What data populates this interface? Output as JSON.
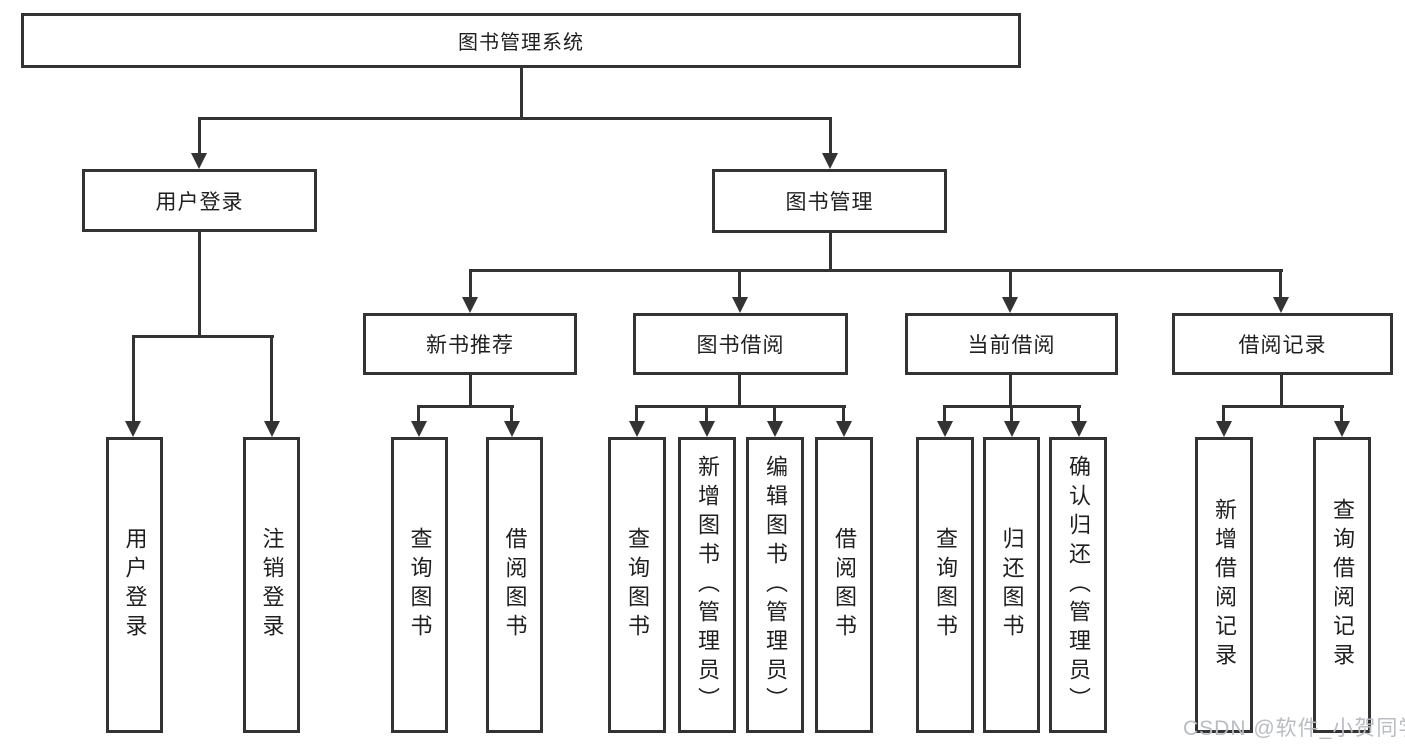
{
  "diagram": {
    "root": {
      "label": "图书管理系统"
    },
    "branches": [
      {
        "label": "用户登录",
        "children": [
          {
            "label": "用户登录"
          },
          {
            "label": "注销登录"
          }
        ]
      },
      {
        "label": "图书管理",
        "children": [
          {
            "label": "新书推荐",
            "children": [
              {
                "label": "查询图书"
              },
              {
                "label": "借阅图书"
              }
            ]
          },
          {
            "label": "图书借阅",
            "children": [
              {
                "label": "查询图书"
              },
              {
                "label": "新增图书（管理员）"
              },
              {
                "label": "编辑图书（管理员）"
              },
              {
                "label": "借阅图书"
              }
            ]
          },
          {
            "label": "当前借阅",
            "children": [
              {
                "label": "查询图书"
              },
              {
                "label": "归还图书"
              },
              {
                "label": "确认归还（管理员）"
              }
            ]
          },
          {
            "label": "借阅记录",
            "children": [
              {
                "label": "新增借阅记录"
              },
              {
                "label": "查询借阅记录"
              }
            ]
          }
        ]
      }
    ],
    "watermark": "CSDN @软件_小贺同学",
    "colors": {
      "line": "#333333",
      "text": "#1f1f1f",
      "background": "#ffffff",
      "watermark": "#b9bdc2"
    }
  }
}
